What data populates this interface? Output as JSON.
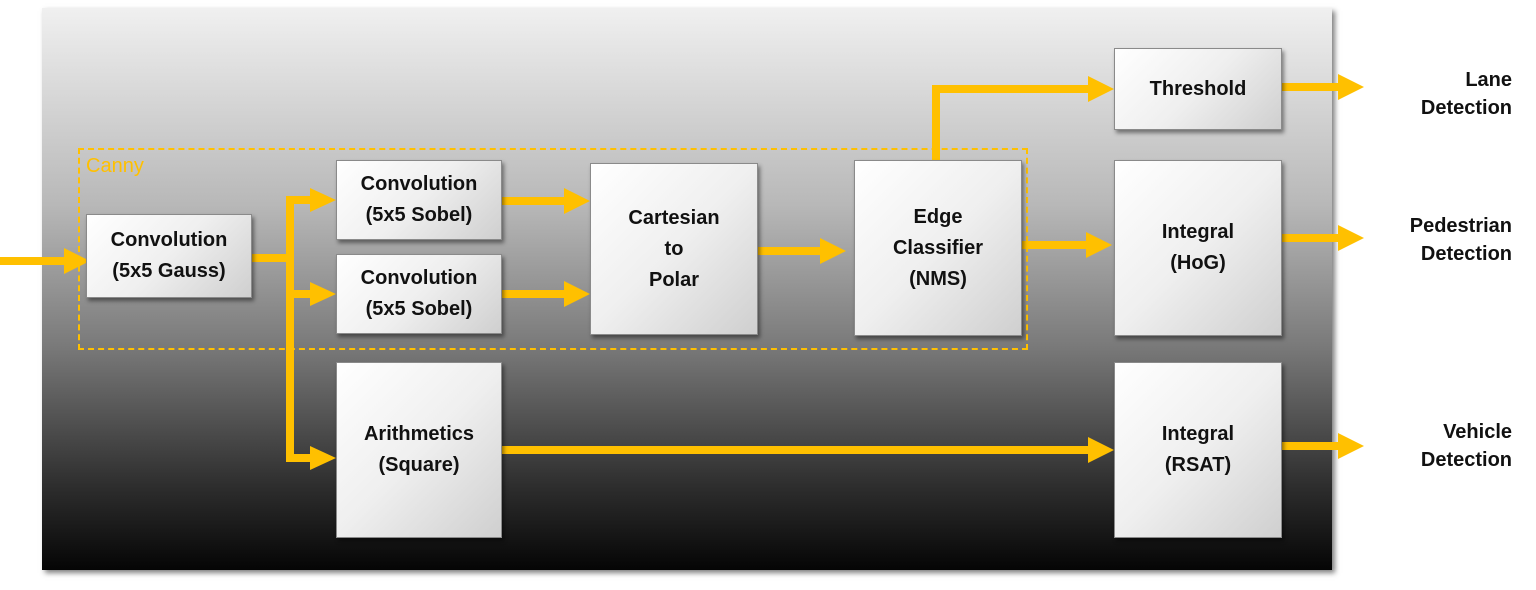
{
  "canny_label": "Canny",
  "blocks": {
    "conv_gauss": "Convolution\n(5x5 Gauss)",
    "conv_sobel_1": "Convolution\n(5x5 Sobel)",
    "conv_sobel_2": "Convolution\n(5x5 Sobel)",
    "cart_polar": "Cartesian\nto\nPolar",
    "edge_classifier": "Edge\nClassifier\n(NMS)",
    "arithmetics": "Arithmetics\n(Square)",
    "threshold": "Threshold",
    "integral_hog": "Integral\n(HoG)",
    "integral_rsat": "Integral\n(RSAT)"
  },
  "outputs": {
    "lane": "Lane\nDetection",
    "pedestrian": "Pedestrian\nDetection",
    "vehicle": "Vehicle\nDetection"
  },
  "colors": {
    "arrow": "#ffc000",
    "canny_border": "#ffc000"
  }
}
